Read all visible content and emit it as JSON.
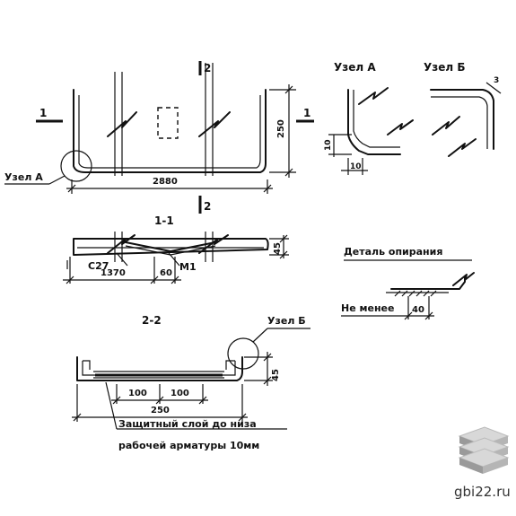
{
  "labels": {
    "node_a_title": "Узел А",
    "node_b_title": "Узел Б",
    "node_a_callout": "Узел А",
    "node_b_callout": "Узел Б",
    "section_1_1": "1-1",
    "section_2_2": "2-2",
    "cut_mark_1_left": "1",
    "cut_mark_1_right": "1",
    "cut_mark_2_top": "2",
    "cut_mark_2_bottom": "2",
    "support_detail_title": "Деталь опирания",
    "not_less": "Не менее",
    "cover_note_line1": "Защитный слой до низа",
    "cover_note_line2": "рабочей арматуры 10мм",
    "mark_c27": "С27",
    "mark_m1": "М1"
  },
  "dimensions": {
    "plan_length": "2880",
    "plan_width": "250",
    "node_a_d1": "10",
    "node_a_d2": "10",
    "node_b_d": "3",
    "sec11_height": "45",
    "sec11_len": "1370",
    "sec11_small": "60",
    "sec22_height": "45",
    "sec22_a": "100",
    "sec22_b": "100",
    "sec22_total": "250",
    "support_len": "40"
  },
  "watermark": {
    "text": "gbi22.ru"
  }
}
